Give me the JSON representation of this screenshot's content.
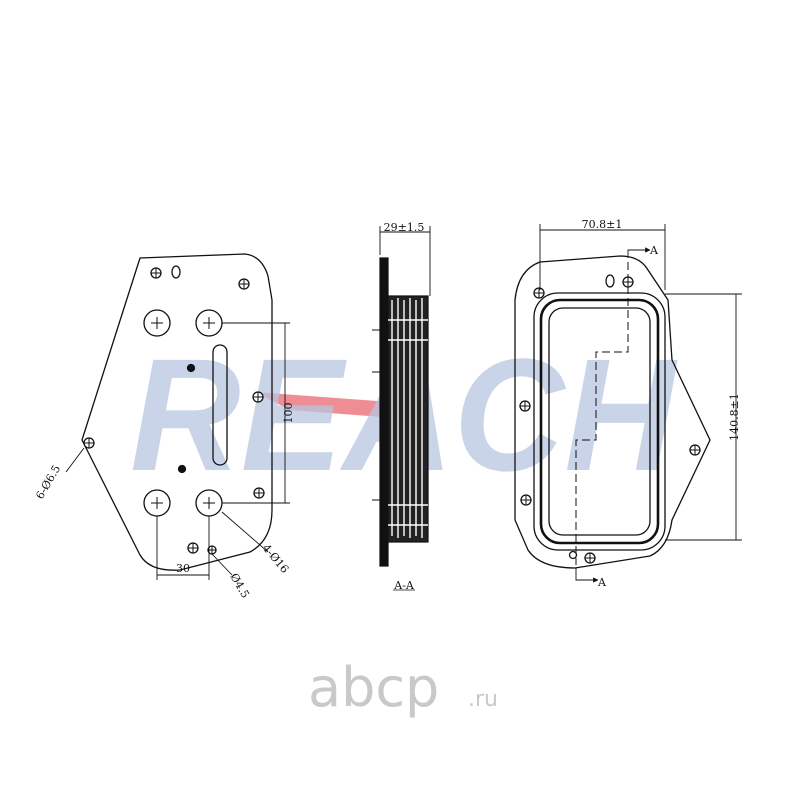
{
  "watermark": {
    "brand": "REACH",
    "colors": {
      "text": "#b7c6e2",
      "accent": "#e0303a"
    }
  },
  "site_logo": {
    "name": "abcp",
    "suffix": ".ru"
  },
  "views": {
    "front": {
      "holes_label": "6-Ø6.5",
      "ports_label": "4-Ø16",
      "small_hole_label": "Ø4.5",
      "spacing_h": "30",
      "spacing_v": "100"
    },
    "side": {
      "width_label": "29±1.5",
      "section_label": "A-A"
    },
    "back": {
      "width_label": "70.8±1",
      "height_label": "140.8±1",
      "section_mark": "A"
    }
  }
}
